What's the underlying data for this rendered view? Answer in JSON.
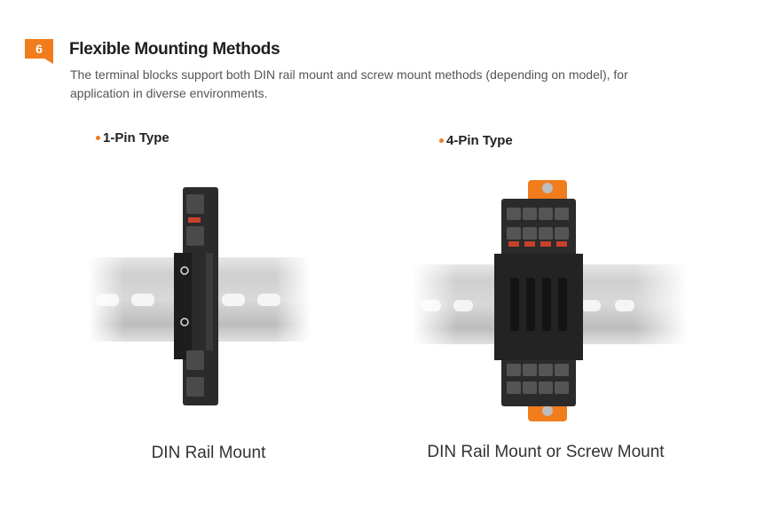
{
  "section": {
    "number": "6",
    "title": "Flexible Mounting Methods",
    "description": "The terminal blocks support both DIN rail mount and screw mount methods (depending on model), for application in diverse environments."
  },
  "products": [
    {
      "type_label": "1-Pin Type",
      "caption": "DIN Rail Mount"
    },
    {
      "type_label": "4-Pin Type",
      "caption": "DIN Rail Mount or Screw Mount"
    }
  ],
  "colors": {
    "accent": "#f07c1c",
    "body": "#2b2b2b",
    "rail": "#c9c9c9"
  }
}
